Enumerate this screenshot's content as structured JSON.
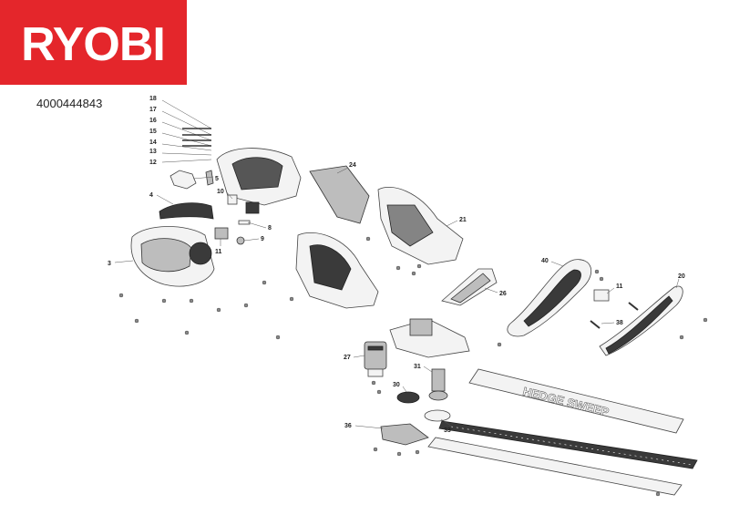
{
  "brand": {
    "name": "RYOBI",
    "color": "#e4262b"
  },
  "model_code": "4000444843",
  "blade_text": "HEDGE SWEEP",
  "callouts": [
    {
      "id": "c18",
      "label": "18"
    },
    {
      "id": "c17",
      "label": "17"
    },
    {
      "id": "c16",
      "label": "16"
    },
    {
      "id": "c15",
      "label": "15"
    },
    {
      "id": "c14",
      "label": "14"
    },
    {
      "id": "c13",
      "label": "13"
    },
    {
      "id": "c12",
      "label": "12"
    },
    {
      "id": "c5",
      "label": "5"
    },
    {
      "id": "c4",
      "label": "4"
    },
    {
      "id": "c10",
      "label": "10"
    },
    {
      "id": "c8",
      "label": "8"
    },
    {
      "id": "c9",
      "label": "9"
    },
    {
      "id": "c11a",
      "label": "11"
    },
    {
      "id": "c3",
      "label": "3"
    },
    {
      "id": "c24",
      "label": "24"
    },
    {
      "id": "c21",
      "label": "21"
    },
    {
      "id": "c40",
      "label": "40"
    },
    {
      "id": "c20",
      "label": "20"
    },
    {
      "id": "c26",
      "label": "26"
    },
    {
      "id": "c11b",
      "label": "11"
    },
    {
      "id": "c38",
      "label": "38"
    },
    {
      "id": "c27",
      "label": "27"
    },
    {
      "id": "c31",
      "label": "31"
    },
    {
      "id": "c30",
      "label": "30"
    },
    {
      "id": "c36",
      "label": "36"
    },
    {
      "id": "c33",
      "label": "33"
    }
  ]
}
